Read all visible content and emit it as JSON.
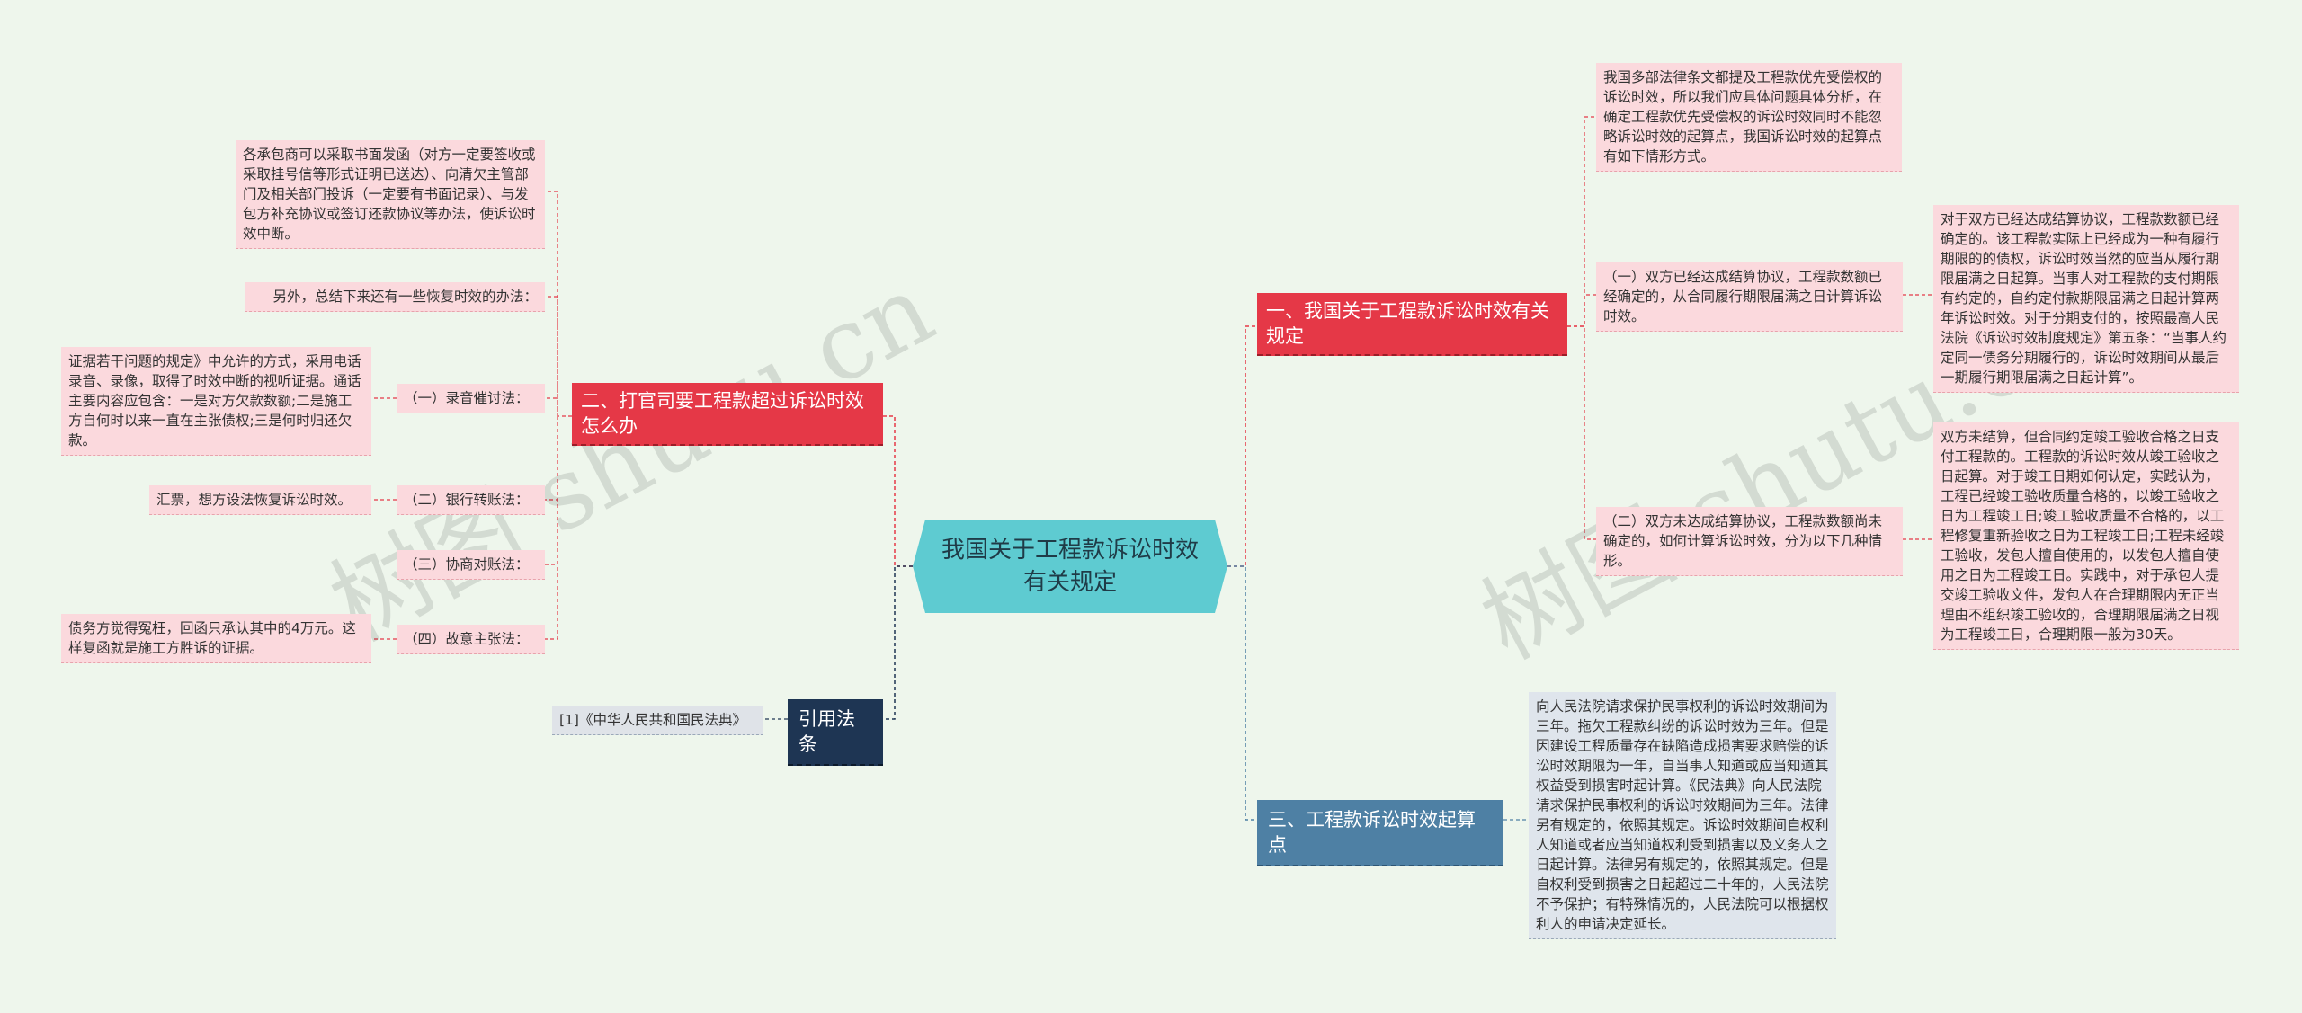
{
  "root": {
    "title": "我国关于工程款诉讼时效有关规定"
  },
  "branches": {
    "b1": {
      "label": "一、我国关于工程款诉讼时效有关规定"
    },
    "b2": {
      "label": "二、打官司要工程款超过诉讼时效怎么办"
    },
    "b3": {
      "label": "三、工程款诉讼时效起算点"
    },
    "b4": {
      "label": "引用法条"
    }
  },
  "right": {
    "intro": "我国多部法律条文都提及工程款优先受偿权的诉讼时效，所以我们应具体问题具体分析，在确定工程款优先受偿权的诉讼时效同时不能忽略诉讼时效的起算点，我国诉讼时效的起算点有如下情形方式。",
    "case1_label": "（一）双方已经达成结算协议，工程款数额已经确定的，从合同履行期限届满之日计算诉讼时效。",
    "case1_detail": "对于双方已经达成结算协议，工程款数额已经确定的。该工程款实际上已经成为一种有履行期限的的债权，诉讼时效当然的应当从履行期限届满之日起算。当事人对工程款的支付期限有约定的，自约定付款期限届满之日起计算两年诉讼时效。对于分期支付的，按照最高人民法院《诉讼时效制度规定》第五条：“当事人约定同一债务分期履行的，诉讼时效期间从最后一期履行期限届满之日起计算”。",
    "case2_label": "（二）双方未达成结算协议，工程款数额尚未确定的，如何计算诉讼时效，分为以下几种情形。",
    "case2_detail": "双方未结算，但合同约定竣工验收合格之日支付工程款的。工程款的诉讼时效从竣工验收之日起算。对于竣工日期如何认定，实践认为，工程已经竣工验收质量合格的，以竣工验收之日为工程竣工日;竣工验收质量不合格的，以工程修复重新验收之日为工程竣工日;工程未经竣工验收，发包人擅自使用的，以发包人擅自使用之日为工程竣工日。实践中，对于承包人提交竣工验收文件，发包人在合理期限内无正当理由不组织竣工验收的，合理期限届满之日视为工程竣工日，合理期限一般为30天。",
    "b3_detail": "向人民法院请求保护民事权利的诉讼时效期间为三年。拖欠工程款纠纷的诉讼时效为三年。但是因建设工程质量存在缺陷造成损害要求赔偿的诉讼时效期限为一年，自当事人知道或应当知道其权益受到损害时起计算。《民法典》向人民法院请求保护民事权利的诉讼时效期间为三年。法律另有规定的，依照其规定。诉讼时效期间自权利人知道或者应当知道权利受到损害以及义务人之日起计算。法律另有规定的，依照其规定。但是自权利受到损害之日起超过二十年的，人民法院不予保护；有特殊情况的，人民法院可以根据权利人的申请决定延长。"
  },
  "left": {
    "top_detail": "各承包商可以采取书面发函（对方一定要签收或采取挂号信等形式证明已送达）、向清欠主管部门及相关部门投诉（一定要有书面记录）、与发包方补充协议或签订还款协议等办法，使诉讼时效中断。",
    "other": "另外，总结下来还有一些恢复时效的办法：",
    "m1_label": "（一）录音催讨法：",
    "m1_detail": "证据若干问题的规定》中允许的方式，采用电话录音、录像，取得了时效中断的视听证据。通话主要内容应包含：一是对方欠款数额;二是施工方自何时以来一直在主张债权;三是何时归还欠款。",
    "m2_label": "（二）银行转账法：",
    "m2_detail": "汇票，想方设法恢复诉讼时效。",
    "m3_label": "（三）协商对账法：",
    "m4_label": "（四）故意主张法：",
    "m4_detail": "债务方觉得冤枉，回函只承认其中的4万元。这样复函就是施工方胜诉的证据。",
    "law": "[1]《中华人民共和国民法典》"
  },
  "watermarks": [
    "树图 shutu.cn",
    "树图 shutu.cn"
  ],
  "colors": {
    "red": "#e53847",
    "blue": "#4e80a4",
    "navy": "#1e3553",
    "teal": "#5ecbd1",
    "pink": "#fbd9dd"
  }
}
